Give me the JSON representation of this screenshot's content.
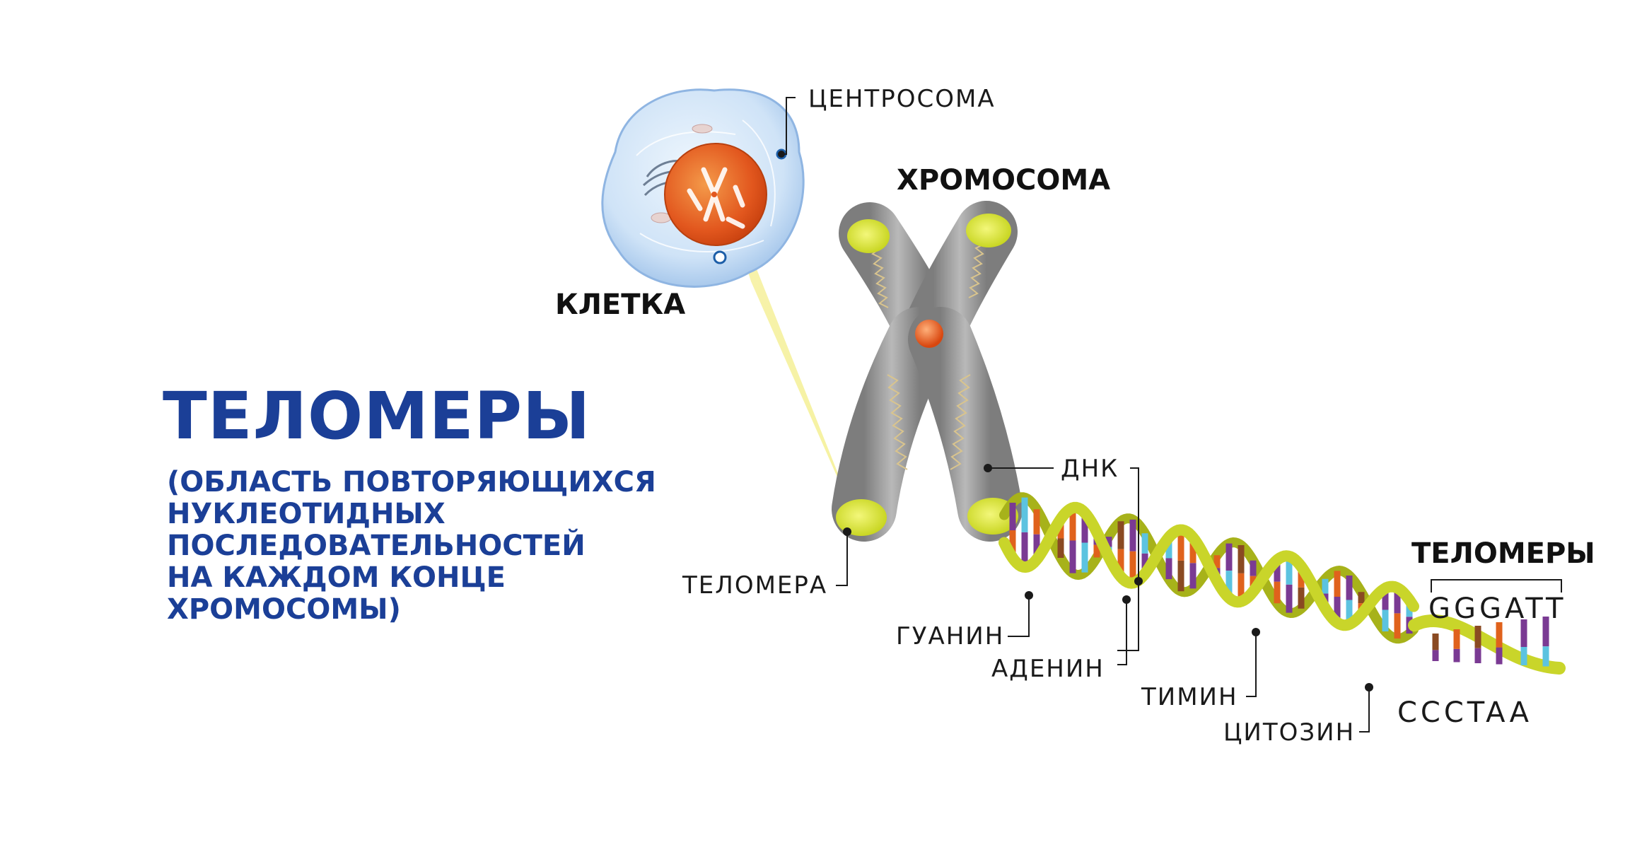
{
  "title": "ТЕЛОМЕРЫ",
  "subtitle_lines": [
    "(ОБЛАСТЬ ПОВТОРЯЮЩИХСЯ",
    "НУКЛЕОТИДНЫХ",
    "ПОСЛЕДОВАТЕЛЬНОСТЕЙ",
    "НА КАЖДОМ КОНЦЕ",
    "ХРОМОСОМЫ)"
  ],
  "headings": {
    "cell": "КЛЕТКА",
    "chromosome": "ХРОМОСОМА",
    "telomeres": "ТЕЛОМЕРЫ"
  },
  "labels": {
    "centrosome": "ЦЕНТРОСОМА",
    "telomere": "ТЕЛОМЕРА",
    "dna": "ДНК",
    "guanine": "ГУАНИН",
    "adenine": "АДЕНИН",
    "thymine": "ТИМИН",
    "cytosine": "ЦИТОЗИН"
  },
  "sequences": {
    "top": "GGGATT",
    "bottom": "CCCTAA"
  },
  "colors": {
    "title_blue": "#1b3f97",
    "helix_yellow": "#c9d52a",
    "telomere_yellow": "#dfe832",
    "chromosome_grey": "#9a9a9a",
    "nucleus_orange": "#e2571e",
    "cell_blue": "#cfe3f7",
    "base_orange": "#e0621c",
    "base_purple": "#7a3a93",
    "base_blue": "#5cc3e0",
    "base_brown": "#8a4a22"
  }
}
